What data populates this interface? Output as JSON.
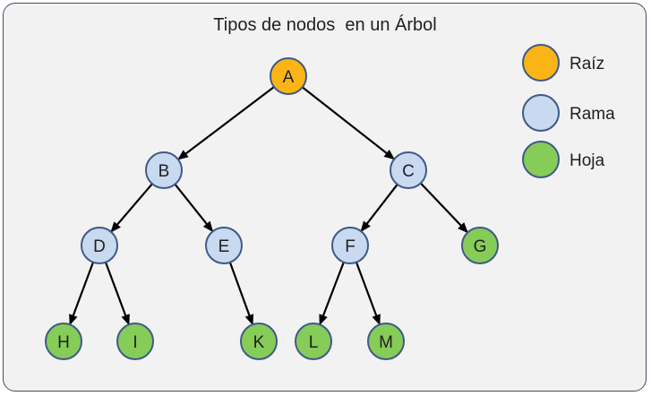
{
  "title": "Tipos de nodos  en un Árbol",
  "colors": {
    "root": "#fbb416",
    "branch": "#c8d9f0",
    "leaf": "#86cc58",
    "stroke": "#3f5a86",
    "edge": "#000000",
    "panel_bg": "#f2f2f2",
    "panel_border": "#3f4f63"
  },
  "legend": [
    {
      "kind": "root",
      "label": "Raíz"
    },
    {
      "kind": "branch",
      "label": "Rama"
    },
    {
      "kind": "leaf",
      "label": "Hoja"
    }
  ],
  "nodes": [
    {
      "id": "A",
      "kind": "root"
    },
    {
      "id": "B",
      "kind": "branch"
    },
    {
      "id": "C",
      "kind": "branch"
    },
    {
      "id": "D",
      "kind": "branch"
    },
    {
      "id": "E",
      "kind": "branch"
    },
    {
      "id": "F",
      "kind": "branch"
    },
    {
      "id": "G",
      "kind": "leaf"
    },
    {
      "id": "H",
      "kind": "leaf"
    },
    {
      "id": "I",
      "kind": "leaf"
    },
    {
      "id": "K",
      "kind": "leaf"
    },
    {
      "id": "L",
      "kind": "leaf"
    },
    {
      "id": "M",
      "kind": "leaf"
    }
  ],
  "edges": [
    [
      "A",
      "B"
    ],
    [
      "A",
      "C"
    ],
    [
      "B",
      "D"
    ],
    [
      "B",
      "E"
    ],
    [
      "C",
      "F"
    ],
    [
      "C",
      "G"
    ],
    [
      "D",
      "H"
    ],
    [
      "D",
      "I"
    ],
    [
      "E",
      "K"
    ],
    [
      "F",
      "L"
    ],
    [
      "F",
      "M"
    ]
  ]
}
